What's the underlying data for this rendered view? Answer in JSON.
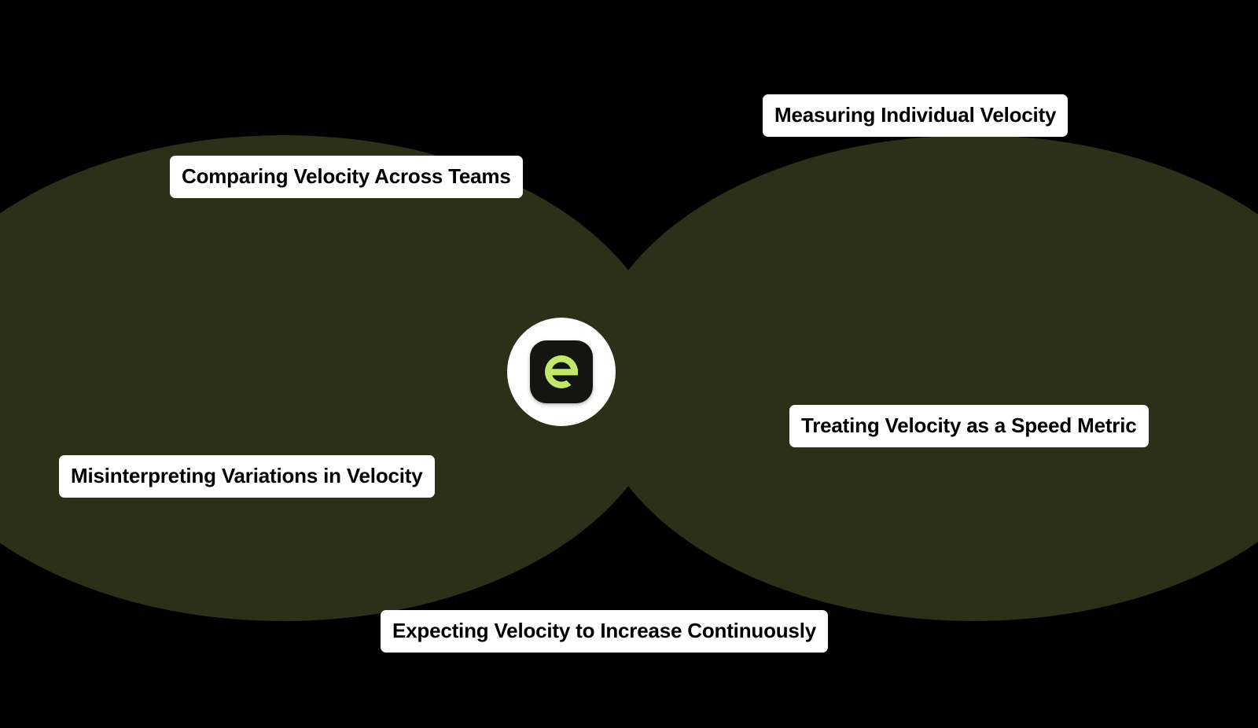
{
  "diagram": {
    "type": "venn-two-circle",
    "background_color": "#000000",
    "ellipse_fill_color": "#2D3018",
    "center_badge": {
      "background_color": "#FFFFFF",
      "tile_color": "#141410",
      "glyph_color": "#C2E86A",
      "icon_name": "brand-e-logo"
    },
    "labels": [
      {
        "id": "comparing-velocity-across-teams",
        "text": "Comparing Velocity Across Teams"
      },
      {
        "id": "measuring-individual-velocity",
        "text": "Measuring Individual Velocity"
      },
      {
        "id": "misinterpreting-variations",
        "text": "Misinterpreting Variations in Velocity"
      },
      {
        "id": "treating-velocity-speed-metric",
        "text": "Treating Velocity as a Speed Metric"
      },
      {
        "id": "expecting-velocity-increase",
        "text": "Expecting Velocity to Increase Continuously"
      }
    ]
  }
}
